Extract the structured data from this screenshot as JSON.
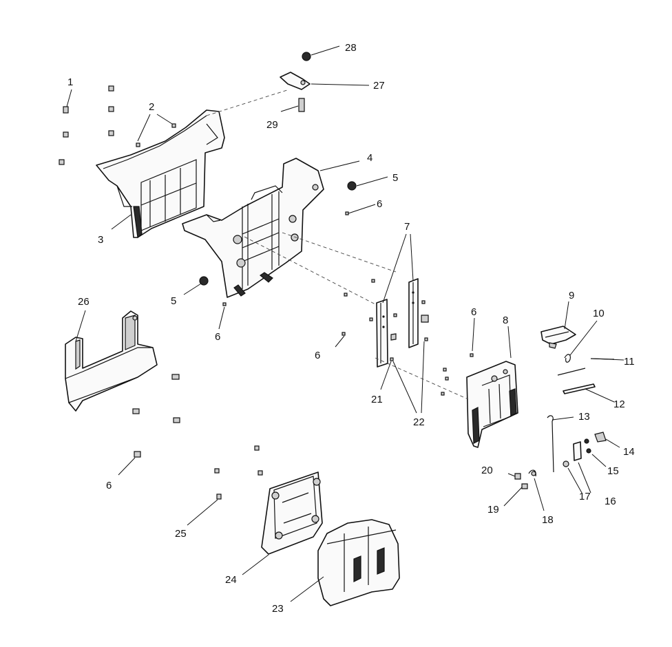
{
  "diagram": {
    "callouts": {
      "c1": "1",
      "c2": "2",
      "c3": "3",
      "c4": "4",
      "c5a": "5",
      "c5b": "5",
      "c6a": "6",
      "c6b": "6",
      "c6c": "6",
      "c6d": "6",
      "c6e": "6",
      "c7": "7",
      "c8": "8",
      "c9": "9",
      "c10": "10",
      "c11": "11",
      "c12": "12",
      "c13": "13",
      "c14": "14",
      "c15": "15",
      "c16": "16",
      "c17": "17",
      "c18": "18",
      "c19": "19",
      "c20": "20",
      "c21": "21",
      "c22": "22",
      "c23": "23",
      "c24": "24",
      "c25": "25",
      "c26": "26",
      "c27": "27",
      "c28": "28",
      "c29": "29"
    }
  }
}
